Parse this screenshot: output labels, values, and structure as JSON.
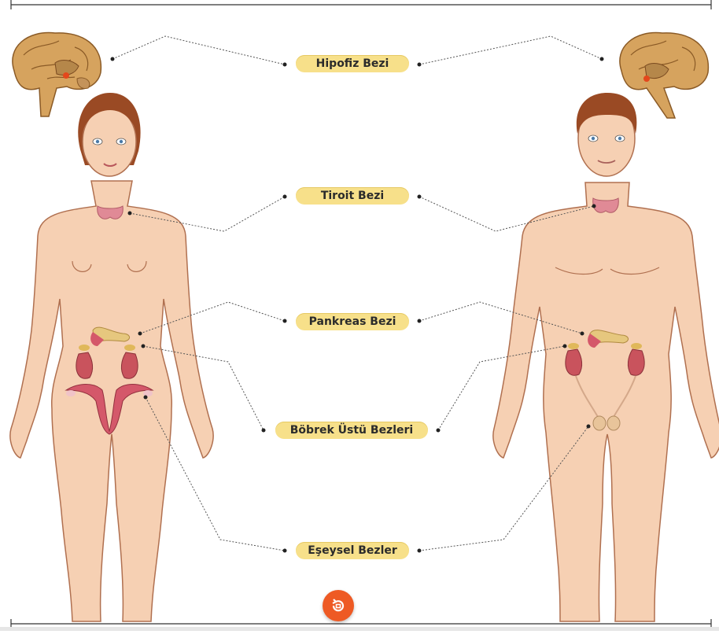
{
  "diagram": {
    "labels": [
      {
        "id": "hypophysis",
        "text": "Hipofiz Bezi"
      },
      {
        "id": "thyroid",
        "text": "Tiroit Bezi"
      },
      {
        "id": "pancreas",
        "text": "Pankreas Bezi"
      },
      {
        "id": "adrenal",
        "text": "Böbrek Üstü Bezleri"
      },
      {
        "id": "gonads",
        "text": "Eşeysel Bezler"
      }
    ],
    "colors": {
      "label_bg": "#f7e08a",
      "skin": "#f6d0b3",
      "skin_outline": "#b07050",
      "hair": "#9a4a24",
      "brain": "#d6a35e",
      "thyroid": "#e08a96",
      "kidney": "#c9535d",
      "adrenal": "#e0b85a",
      "pancreas": "#e6c77e",
      "uterus": "#d4586a",
      "button": "#ee5a24"
    }
  },
  "controls": {
    "refresh_icon": "refresh-icon"
  }
}
